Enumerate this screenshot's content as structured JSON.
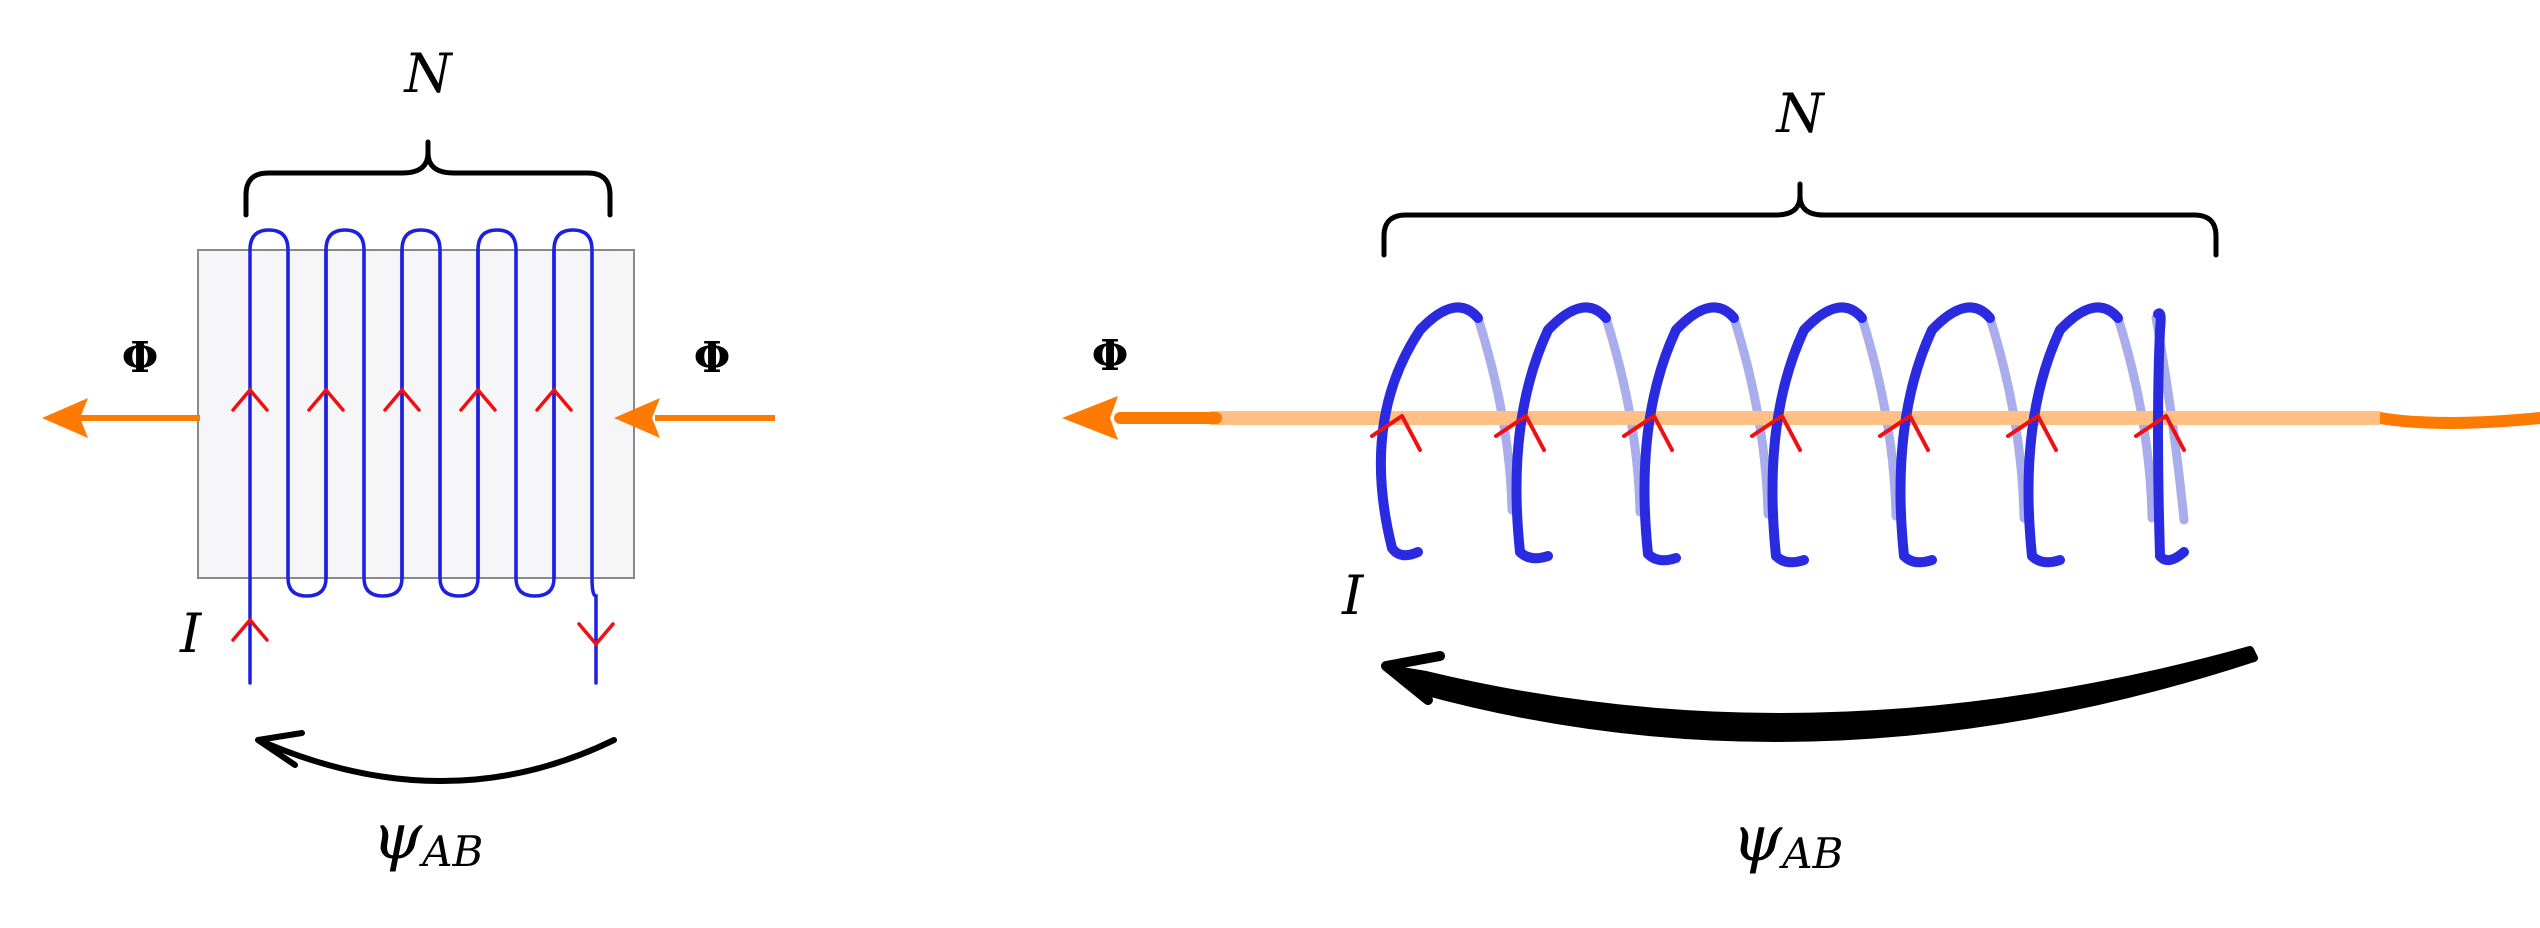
{
  "colors": {
    "wire": "#1f1fe0",
    "wire_back": "#a9adec",
    "arrow_head": "#ee1111",
    "flux": "#ff7a00",
    "flux_light": "#ffbf85",
    "core_fill": "#f6f6f8",
    "core_stroke": "#8a8a8a",
    "ink": "#000000"
  },
  "left_panel": {
    "turns_label": "N",
    "flux_label_left": "Φ",
    "flux_label_right": "Φ",
    "current_label": "I",
    "linkage_label": "ψ",
    "linkage_subscript": "AB",
    "turn_count": 5
  },
  "right_panel": {
    "turns_label": "N",
    "flux_label": "Φ",
    "current_label": "I",
    "linkage_label": "ψ",
    "linkage_subscript": "AB",
    "turn_count": 7
  },
  "icons": {
    "flux_arrow": "arrow-left-icon",
    "current_arrow": "chevron-up-icon",
    "linkage_arrow": "curved-arrow-left-icon"
  }
}
